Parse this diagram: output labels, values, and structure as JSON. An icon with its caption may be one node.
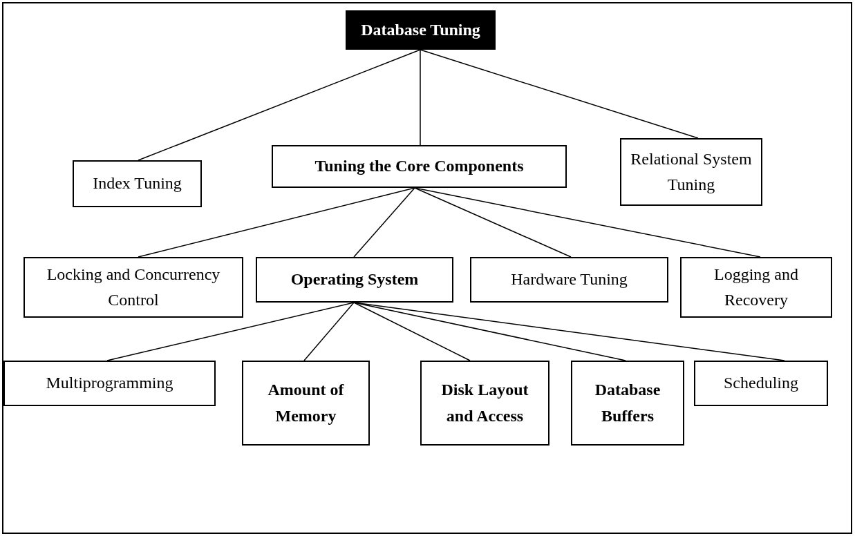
{
  "diagram": {
    "nodes": [
      {
        "text": [
          "Database Tuning"
        ]
      },
      {
        "text": [
          "Index Tuning"
        ]
      },
      {
        "text": [
          "Tuning the Core Components"
        ]
      },
      {
        "text": [
          "Relational System Tuning"
        ]
      },
      {
        "text": [
          "Locking and Concurrency Control"
        ]
      },
      {
        "text": [
          "Operating System"
        ]
      },
      {
        "text": [
          "Hardware Tuning"
        ]
      },
      {
        "text": [
          "Logging and Recovery"
        ]
      },
      {
        "text": [
          "Multiprogramming"
        ]
      },
      {
        "text": [
          "Amount of Memory"
        ]
      },
      {
        "text": [
          "Disk Layout and Access"
        ]
      },
      {
        "text": [
          "Database Buffers"
        ]
      },
      {
        "text": [
          "Scheduling"
        ]
      }
    ],
    "edges": [
      {
        "from": 0,
        "to": 1,
        "arrow": "none"
      },
      {
        "from": 0,
        "to": 2,
        "arrow": "none"
      },
      {
        "from": 0,
        "to": 3,
        "arrow": "none"
      },
      {
        "from": 2,
        "to": 4,
        "arrow": "none"
      },
      {
        "from": 2,
        "to": 5,
        "arrow": "none"
      },
      {
        "from": 2,
        "to": 6,
        "arrow": "none"
      },
      {
        "from": 2,
        "to": 7,
        "arrow": "none"
      },
      {
        "from": 5,
        "to": 8,
        "arrow": "none"
      },
      {
        "from": 5,
        "to": 9,
        "arrow": "none"
      },
      {
        "from": 5,
        "to": 10,
        "arrow": "none"
      },
      {
        "from": 5,
        "to": 11,
        "arrow": "none"
      },
      {
        "from": 5,
        "to": 12,
        "arrow": "none"
      }
    ]
  }
}
